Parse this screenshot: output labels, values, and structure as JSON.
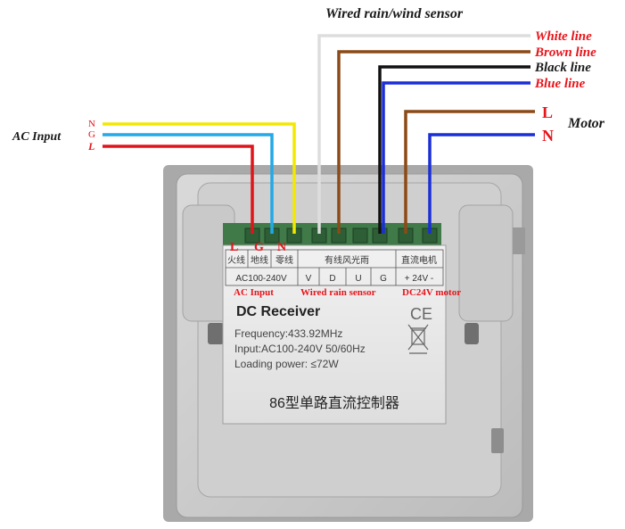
{
  "labels": {
    "wired_sensor_title": "Wired rain/wind sensor",
    "white_line": "White line",
    "brown_line": "Brown line",
    "black_line": "Black line",
    "blue_line": "Blue line",
    "motor_L": "L",
    "motor_N": "N",
    "motor": "Motor",
    "ac_input": "AC Input",
    "ac_N": "N",
    "ac_G": "G",
    "ac_L": "L",
    "term_L": "L",
    "term_G": "G",
    "term_N": "N",
    "under_ac_input": "AC Input",
    "under_wired_sensor": "Wired rain sensor",
    "under_dc_motor": "DC24V motor"
  },
  "terminal_table": {
    "row1": [
      "火线",
      "地线",
      "零线",
      "有线风光雨",
      "直流电机"
    ],
    "row2": [
      "AC100-240V",
      "V",
      "D",
      "U",
      "G",
      "+ 24V -"
    ]
  },
  "device": {
    "title": "DC Receiver",
    "frequency": "Frequency:433.92MHz",
    "input": "Input:AC100-240V 50/60Hz",
    "loading": "Loading power: ≤72W",
    "chinese_name": "86型单路直流控制器",
    "ce_mark": "CE"
  },
  "colors": {
    "white_wire": "#dddddd",
    "brown_wire": "#8b4a17",
    "black_wire": "#111111",
    "blue_wire": "#1b2fd6",
    "yellow_wire": "#f3e800",
    "cyan_wire": "#23a9e6",
    "red_wire": "#e0141b",
    "label_red": "#e8141b"
  }
}
